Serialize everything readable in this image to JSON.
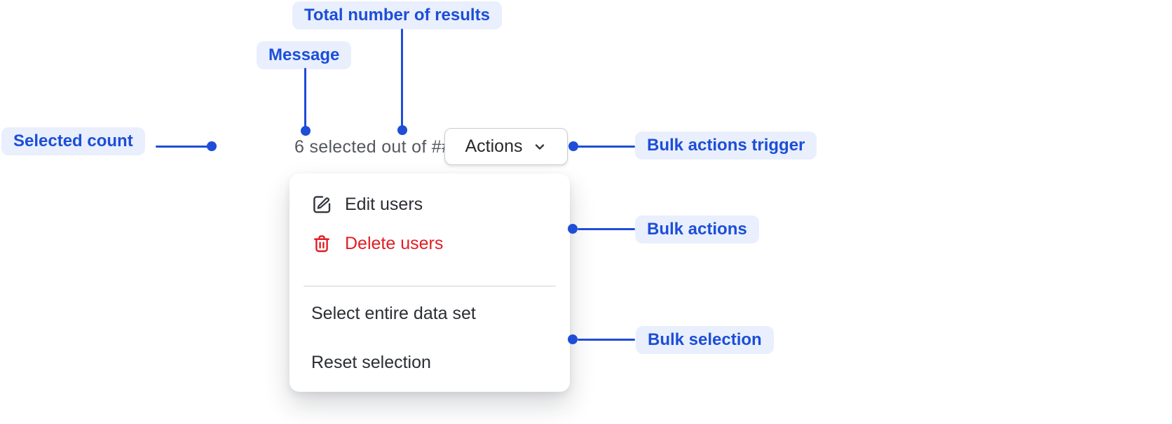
{
  "colors": {
    "annotation_text_blue": "#1c4ed8",
    "annotation_pill_bg": "#e9effd",
    "connector_blue": "#1f4dd8",
    "critical_red": "#e01e24",
    "menu_text": "#2b2e33",
    "message_gray": "#54575d",
    "button_border": "#c9ccd1"
  },
  "annotations": {
    "total_results": "Total number of results",
    "message": "Message",
    "selected_count": "Selected count",
    "bulk_actions_trigger": "Bulk actions trigger",
    "bulk_actions": "Bulk actions",
    "bulk_selection": "Bulk selection"
  },
  "selection_bar": {
    "message": "6 selected out of ###",
    "actions_button": "Actions"
  },
  "menu": {
    "actions": [
      {
        "label": "Edit users",
        "icon": "edit-icon",
        "tone": "default"
      },
      {
        "label": "Delete users",
        "icon": "trash-icon",
        "tone": "critical"
      }
    ],
    "selection": [
      {
        "label": "Select entire data set"
      },
      {
        "label": "Reset selection"
      }
    ]
  }
}
